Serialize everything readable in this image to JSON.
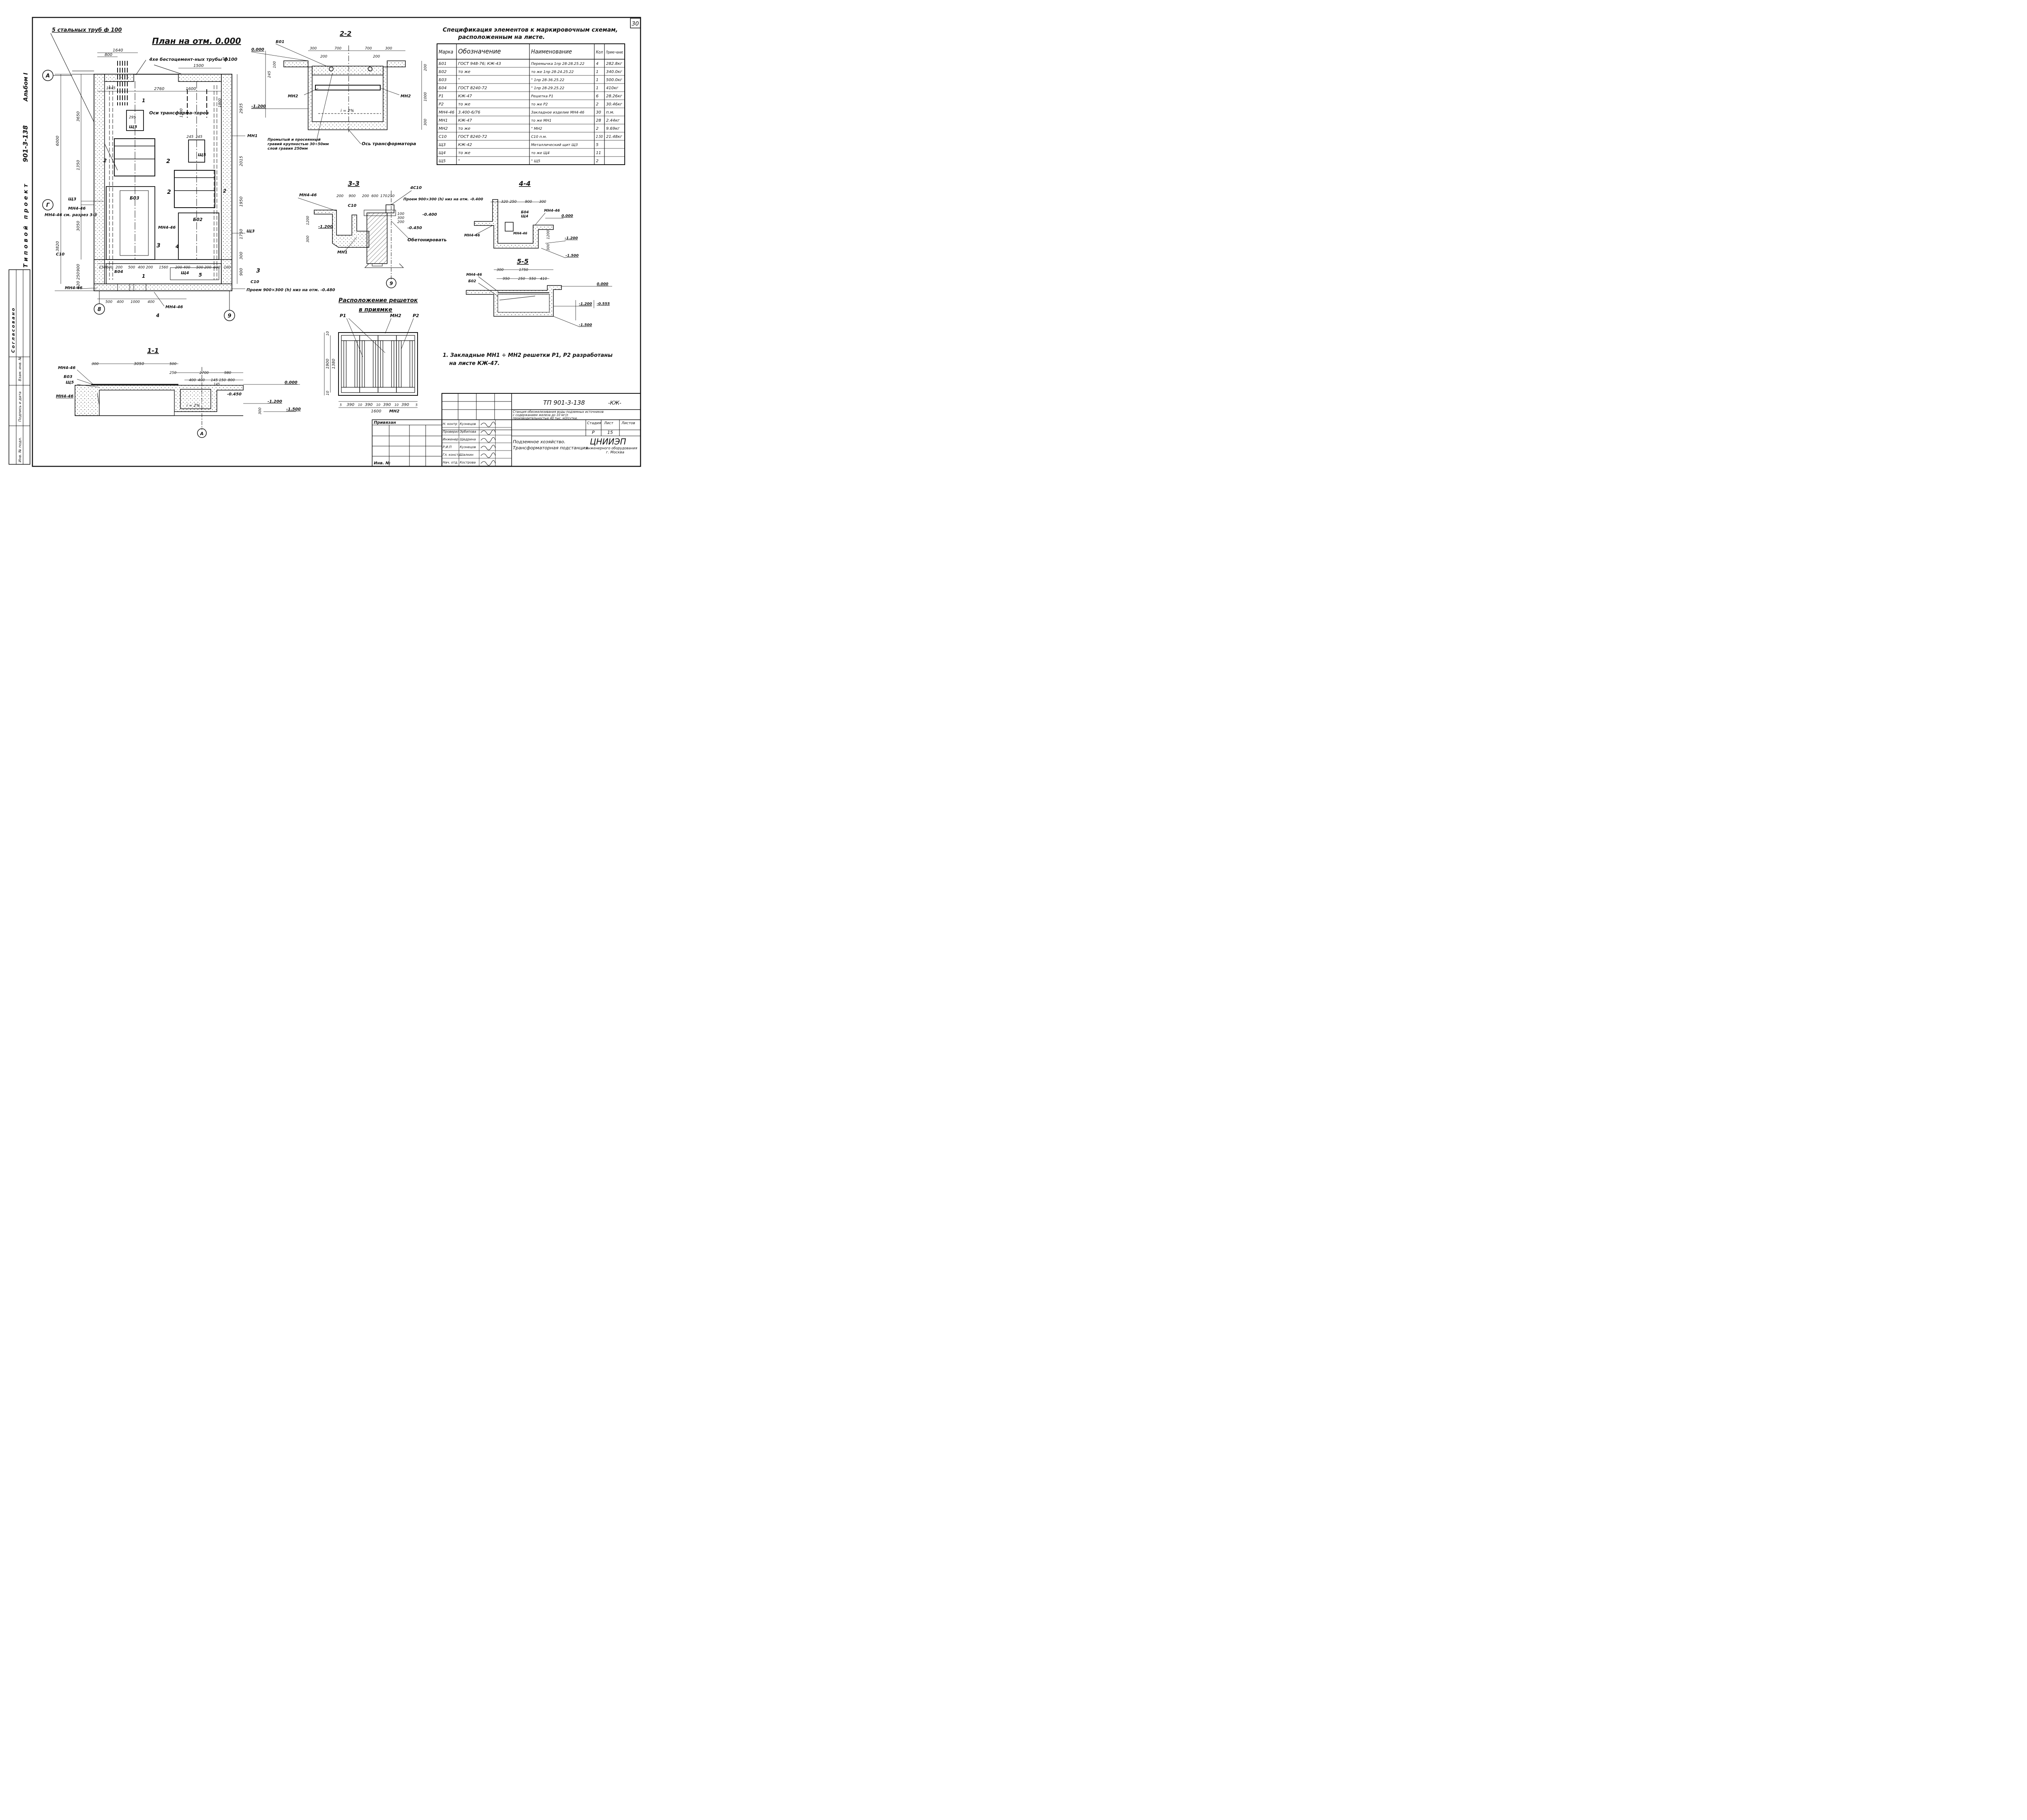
{
  "sheet_number": "30",
  "left_margin": {
    "album": "Альбом I",
    "project_code": "901-3-138",
    "project_type": "Типовой проект",
    "agreed": "Согласовано",
    "stamp_labels": [
      "Инв. № подл.",
      "Подпись и дата",
      "Взам. инв. №"
    ]
  },
  "plan": {
    "title": "План на отм. 0.000",
    "pipes_note": "5 стальных труб ф 100",
    "asbestos_note": "4хе бестоцемент-ных трубы ф100",
    "axes_note": "Оси трансформа-торов",
    "dims_top": [
      "1640",
      "800",
      "1500",
      "50",
      "2760",
      "1600"
    ],
    "dims_left": [
      "6000",
      "3650",
      "1350",
      "3050",
      "3820",
      "900",
      "320",
      "250"
    ],
    "dims_right": [
      "2935",
      "2015",
      "1950",
      "1750",
      "300",
      "900"
    ],
    "dims_bottom": [
      "150",
      "600",
      "200",
      "500",
      "400",
      "200",
      "1560",
      "200",
      "400",
      "500",
      "200",
      "600",
      "100",
      "500",
      "400",
      "1000",
      "400"
    ],
    "dims_misc": [
      "295",
      "1645",
      "1700",
      "1800",
      "245",
      "345"
    ],
    "labels": [
      "Щ3",
      "Щ4",
      "Щ5",
      "Б03",
      "Б02",
      "Б04",
      "МН1",
      "МН4-46",
      "С10",
      "М4",
      "Щ3"
    ],
    "axis_a": "А",
    "axis_g": "Г",
    "axis_8": "8",
    "axis_9": "9",
    "mn_note": "МН4-46 см. разрез 3-3",
    "opening_note": "Проем 900×300 (h) низ на отм. -0.480",
    "cuts": [
      "1",
      "2",
      "3",
      "4",
      "5"
    ]
  },
  "section_2_2": {
    "title": "2-2",
    "level_top": "0.000",
    "level_bottom": "-1.200",
    "dims": [
      "300",
      "200",
      "700",
      "700",
      "200",
      "300",
      "245",
      "100",
      "200",
      "1000",
      "300"
    ],
    "labels": [
      "Б01",
      "МН2",
      "МН2"
    ],
    "slope": "i = 2%",
    "gravel_note": "Промытый и просеянный гравий крупностью 30÷50мм слой гравия 250мм",
    "axis_note": "Ось трансформатора"
  },
  "section_3_3": {
    "title": "3-3",
    "labels": [
      "МН4-46",
      "С10",
      "4С10",
      "МН1",
      "Обетонировать"
    ],
    "dims": [
      "200",
      "900",
      "200",
      "600",
      "170",
      "250",
      "1200",
      "300",
      "100",
      "300",
      "200"
    ],
    "levels": [
      "-1.200",
      "-0.400",
      "-0.450"
    ],
    "opening_note": "Проем 900×300 (h) низ на отм. -0.400",
    "axis": "9"
  },
  "section_4_4": {
    "title": "4-4",
    "labels": [
      "Б04",
      "Щ4",
      "МН4-46",
      "МН4-46",
      "МН4-46"
    ],
    "dims": [
      "320",
      "250",
      "900",
      "300",
      "1200",
      "300"
    ],
    "levels": [
      "0.000",
      "-1.200",
      "-1.500"
    ]
  },
  "section_5_5": {
    "title": "5-5",
    "labels": [
      "МН4-46",
      "Б02"
    ],
    "dims": [
      "300",
      "1750",
      "950",
      "250",
      "550",
      "410"
    ],
    "levels": [
      "0.000",
      "-1.200",
      "-0.555",
      "-1.500"
    ]
  },
  "section_1_1": {
    "title": "1-1",
    "labels": [
      "МН4-46",
      "Б03",
      "Щ5",
      "МН4-46"
    ],
    "dims": [
      "300",
      "3050",
      "500",
      "250",
      "2700",
      "980",
      "400",
      "400",
      "145",
      "150",
      "800",
      "145",
      "300"
    ],
    "levels": [
      "0.000",
      "-1.200",
      "-1.500",
      "-0.450"
    ],
    "slope": "i = 2%",
    "axis": "А"
  },
  "grates": {
    "title_1": "Расположение решеток",
    "title_2": "в приямке",
    "labels": [
      "Р1",
      "МН2",
      "Р2"
    ],
    "dims_bottom": [
      "5",
      "390",
      "10",
      "390",
      "10",
      "390",
      "10",
      "390",
      "5"
    ],
    "total": "1600",
    "sub": "МН2",
    "dims_left": [
      "10",
      "1900",
      "1380",
      "10"
    ]
  },
  "spec": {
    "title_1": "Спецификация элементов к маркировочным схемам,",
    "title_2": "расположенным на листе.",
    "headers": [
      "Марка",
      "Обозначение",
      "Наименование",
      "Кол",
      "Приме-чание"
    ],
    "rows": [
      [
        "Б01",
        "ГОСТ 948-76; КЖ-43",
        "Перемычка 1пр 28-28.25.22",
        "4",
        "282.8кг"
      ],
      [
        "Б02",
        "то же",
        "то же 1пр 28-24.25.22",
        "1",
        "340.0кг"
      ],
      [
        "Б03",
        "\"",
        "\" 1пр 28-36.25.22",
        "1",
        "500.0кг"
      ],
      [
        "Б04",
        "ГОСТ 8240-72",
        "\" 1пр 28-29.25.22",
        "1",
        "410кг"
      ],
      [
        "Р1",
        "КЖ-47",
        "Решетка Р1",
        "6",
        "28.26кг"
      ],
      [
        "Р2",
        "то же",
        "то же Р2",
        "2",
        "30.46кг"
      ],
      [
        "МН4-46",
        "3.400-6/76",
        "Закладное изделие МН4-46",
        "30",
        "п.м."
      ],
      [
        "МН1",
        "КЖ-47",
        "то же МН1",
        "28",
        "2.44кг"
      ],
      [
        "МН2",
        "то же",
        "\" МН2",
        "2",
        "9.69кг"
      ],
      [
        "С10",
        "ГОСТ 8240-72",
        "С10 п.м.",
        "2.50",
        "21.48кг"
      ],
      [
        "Щ3",
        "КЖ-42",
        "Металлический щит Щ3",
        "5",
        ""
      ],
      [
        "Щ4",
        "то же",
        "то же Щ4",
        "11",
        ""
      ],
      [
        "Щ5",
        "\"",
        "\" Щ5",
        "2",
        ""
      ]
    ]
  },
  "note": {
    "line_1": "1. Закладные МН1 ÷ МН2 решетки Р1, Р2 разработаны",
    "line_2": "на листе КЖ-47."
  },
  "title_block": {
    "code": "ТП 901-3-138",
    "suffix": "-КЖ-",
    "description_1": "Станция обезжелезивания воды подземных источников",
    "description_2": "с содержанием железа до 10 мг/л",
    "description_3": "производительностью 40 тыс. м3/сутки.",
    "col_stage": "Стадия",
    "col_sheet": "Лист",
    "col_sheets": "Листов",
    "stage": "Р",
    "sheet": "15",
    "object_1": "Подземное хозяйство.",
    "object_2": "Трансформаторная подстанция.",
    "org": "ЦНИИЭП",
    "org_2": "инженерного оборудования",
    "city": "г. Москва",
    "bound": "Привязан",
    "inv": "Инв. №",
    "roles": [
      "Н. контр",
      "Проверил",
      "Инженер",
      "Р.И.П",
      "Гл. констр",
      "Нач. отд."
    ],
    "names": [
      "Кузнецов",
      "Эрбипова",
      "Щедрина",
      "Кузнецов",
      "Шалкин",
      "Кострова"
    ]
  }
}
